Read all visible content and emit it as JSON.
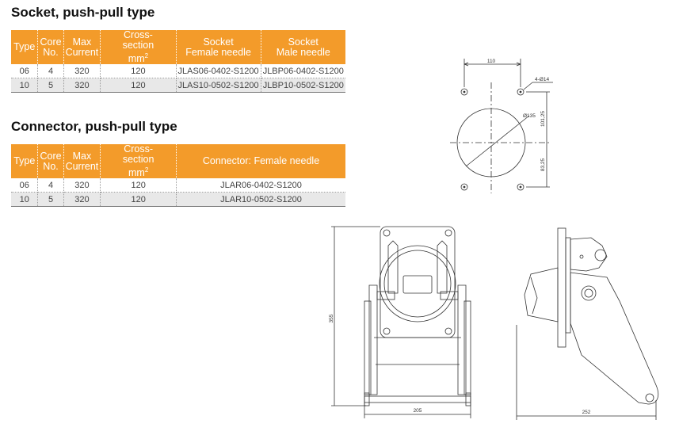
{
  "sections": [
    {
      "title": "Socket, push-pull type",
      "headers": {
        "type": "Type",
        "core": [
          "Core",
          "No."
        ],
        "max": [
          "Max",
          "Current"
        ],
        "cross": [
          "Cross-",
          "section",
          "mm",
          "2"
        ],
        "socket_female": [
          "Socket",
          "Female needle"
        ],
        "socket_male": [
          "Socket",
          "Male needle"
        ]
      },
      "rows": [
        [
          "06",
          "4",
          "320",
          "120",
          "JLAS06-0402-S1200",
          "JLBP06-0402-S1200"
        ],
        [
          "10",
          "5",
          "320",
          "120",
          "JLAS10-0502-S1200",
          "JLBP10-0502-S1200"
        ]
      ]
    },
    {
      "title": "Connector, push-pull type",
      "headers": {
        "type": "Type",
        "core": [
          "Core",
          "No."
        ],
        "max": [
          "Max",
          "Current"
        ],
        "cross": [
          "Cross-",
          "section",
          "mm",
          "2"
        ],
        "connector": "Connector: Female needle"
      },
      "rows": [
        [
          "06",
          "4",
          "320",
          "120",
          "JLAR06-0402-S1200"
        ],
        [
          "10",
          "5",
          "320",
          "120",
          "JLAR10-0502-S1200"
        ]
      ]
    }
  ],
  "drawings": {
    "mounting": {
      "dim_spacing": "110",
      "dim_holes": "4-Ø14",
      "dim_diameter": "Ø135",
      "dim_upper": "101,25",
      "dim_lower": "83,25"
    },
    "front": {
      "dim_height": "355",
      "dim_width": "205"
    },
    "side": {
      "dim_width": "252"
    }
  },
  "colors": {
    "table_header": "#f39b2a",
    "row_alt": "#e8e8e8"
  }
}
